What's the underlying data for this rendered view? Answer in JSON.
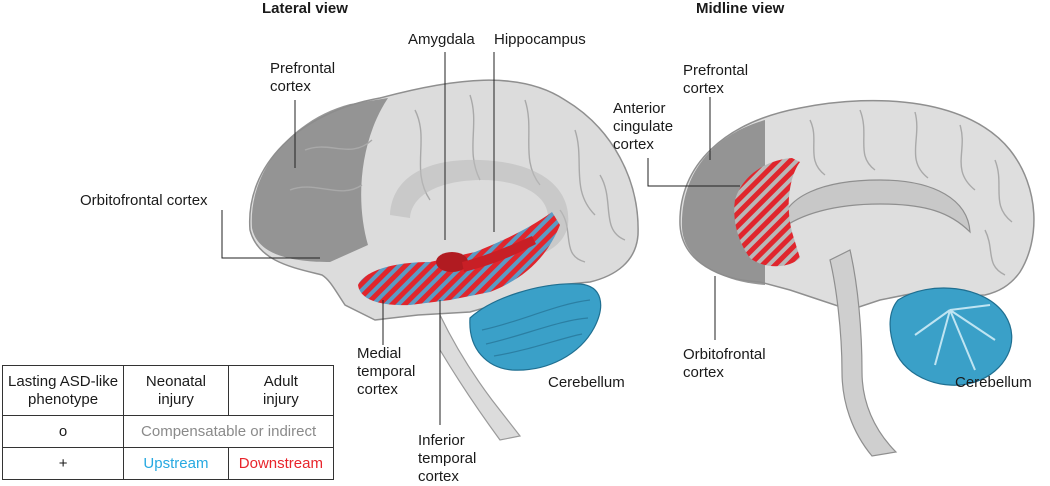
{
  "titles": {
    "lateral": "Lateral view",
    "midline": "Midline view"
  },
  "lateral_labels": {
    "amygdala": "Amygdala",
    "hippocampus": "Hippocampus",
    "prefrontal": "Prefrontal\ncortex",
    "orbitofrontal": "Orbitofrontal cortex",
    "medial_temporal": "Medial\ntemporal\ncortex",
    "inferior_temporal": "Inferior\ntemporal\ncortex",
    "cerebellum": "Cerebellum"
  },
  "midline_labels": {
    "prefrontal": "Prefrontal\ncortex",
    "anterior_cingulate": "Anterior\ncingulate\ncortex",
    "orbitofrontal": "Orbitofrontal\ncortex",
    "cerebellum": "Cerebellum"
  },
  "legend": {
    "headers": [
      "Lasting ASD-like\nphenotype",
      "Neonatal\ninjury",
      "Adult\ninjury"
    ],
    "row1": {
      "symbol": "o",
      "text": "Compensatable or indirect"
    },
    "row2": {
      "symbol": "+",
      "neonatal": "Upstream",
      "adult": "Downstream"
    }
  },
  "colors": {
    "cortex": "#d9d9d9",
    "prefrontal_shade": "#8c8c8c",
    "hatch_red": "#e0262d",
    "hatch_blue": "#5b9bc4",
    "cerebellum": "#3aa0c8",
    "upstream_text": "#27a9e1",
    "downstream_text": "#e8242b",
    "compensatable_text": "#8a8a8a"
  }
}
